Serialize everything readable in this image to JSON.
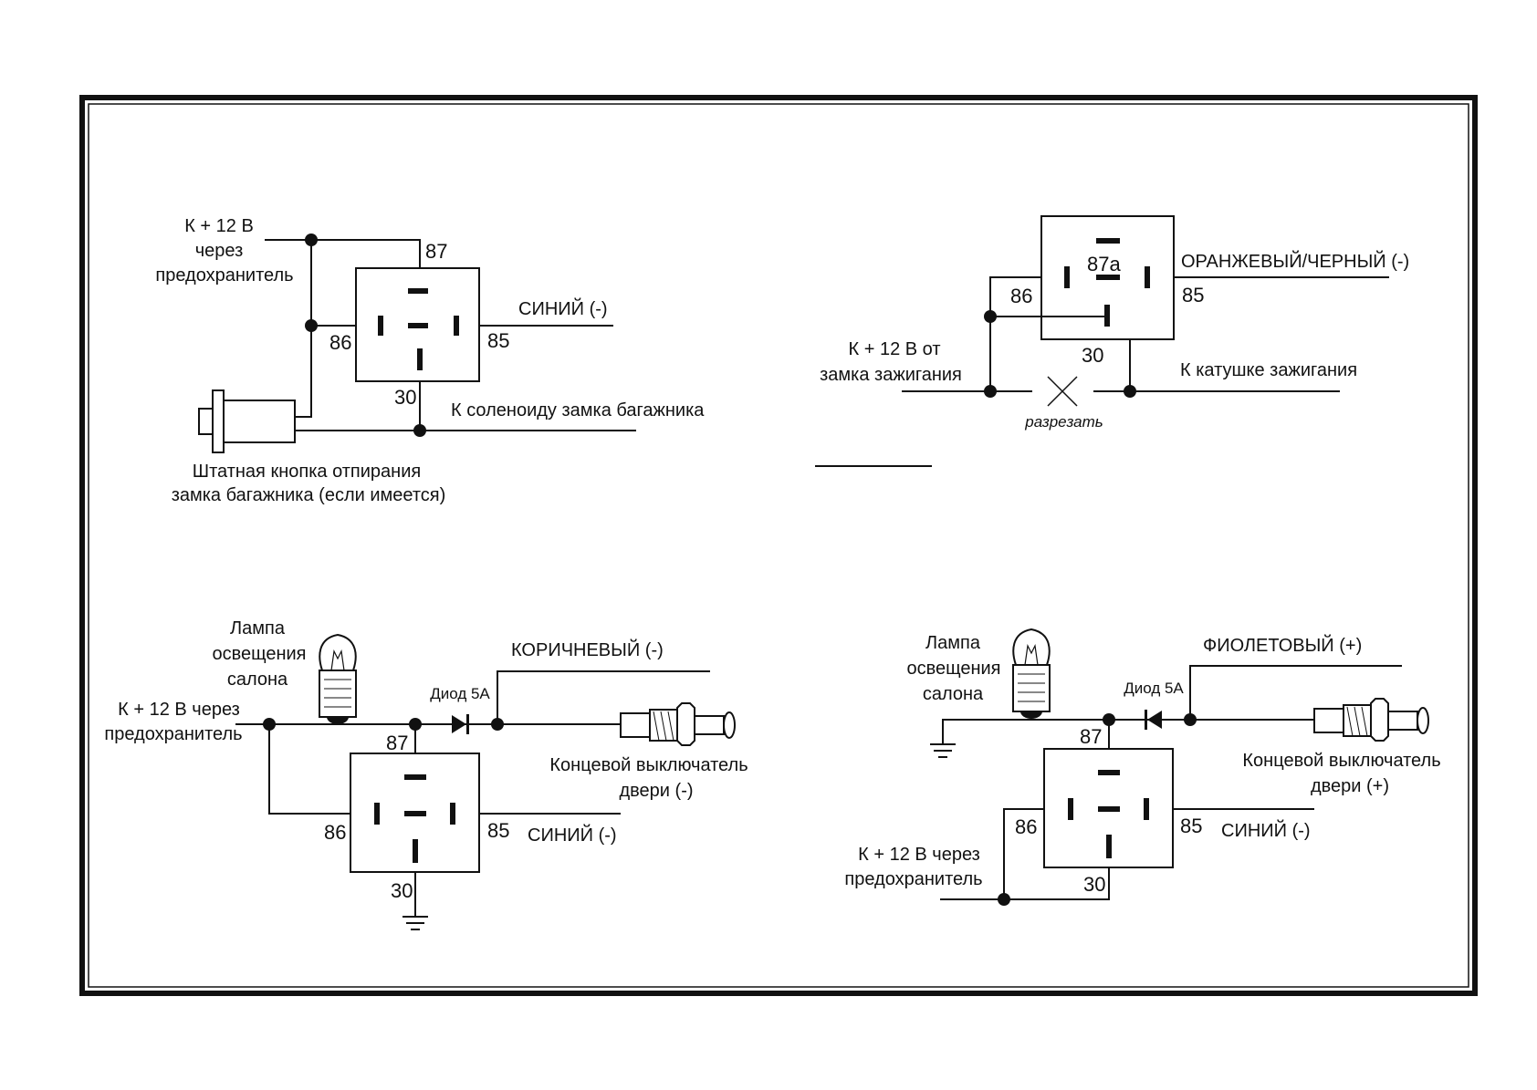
{
  "colors": {
    "line": "#111111",
    "background": "#ffffff",
    "border": "#111111"
  },
  "diagrams": {
    "trunk": {
      "supply_line1": "К + 12 В",
      "supply_line2": "через",
      "supply_line3": "предохранитель",
      "pin87": "87",
      "pin86": "86",
      "pin85": "85",
      "pin30": "30",
      "wire85": "СИНИЙ (-)",
      "solenoid": "К соленоиду замка багажника",
      "button_line1": "Штатная кнопка отпирания",
      "button_line2": "замка багажника (если имеется)"
    },
    "ignition": {
      "pin87a": "87a",
      "pin86": "86",
      "pin85": "85",
      "pin30": "30",
      "wire85": "ОРАНЖЕВЫЙ/ЧЕРНЫЙ (-)",
      "source_line1": "К + 12 В от",
      "source_line2": "замка зажигания",
      "coil": "К катушке зажигания",
      "cut": "разрезать"
    },
    "light_neg": {
      "lamp_line1": "Лампа",
      "lamp_line2": "освещения",
      "lamp_line3": "салона",
      "supply_line1": "К + 12 В через",
      "supply_line2": "предохранитель",
      "diode": "Диод 5А",
      "wire": "КОРИЧНЕВЫЙ (-)",
      "switch_line1": "Концевой выключатель",
      "switch_line2": "двери (-)",
      "pin87": "87",
      "pin86": "86",
      "pin85": "85",
      "pin30": "30",
      "wire85": "СИНИЙ (-)"
    },
    "light_pos": {
      "lamp_line1": "Лампа",
      "lamp_line2": "освещения",
      "lamp_line3": "салона",
      "diode": "Диод 5А",
      "wire": "ФИОЛЕТОВЫЙ (+)",
      "switch_line1": "Концевой выключатель",
      "switch_line2": "двери (+)",
      "pin87": "87",
      "pin86": "86",
      "pin85": "85",
      "pin30": "30",
      "wire85": "СИНИЙ (-)",
      "supply_line1": "К + 12 В через",
      "supply_line2": "предохранитель"
    }
  }
}
